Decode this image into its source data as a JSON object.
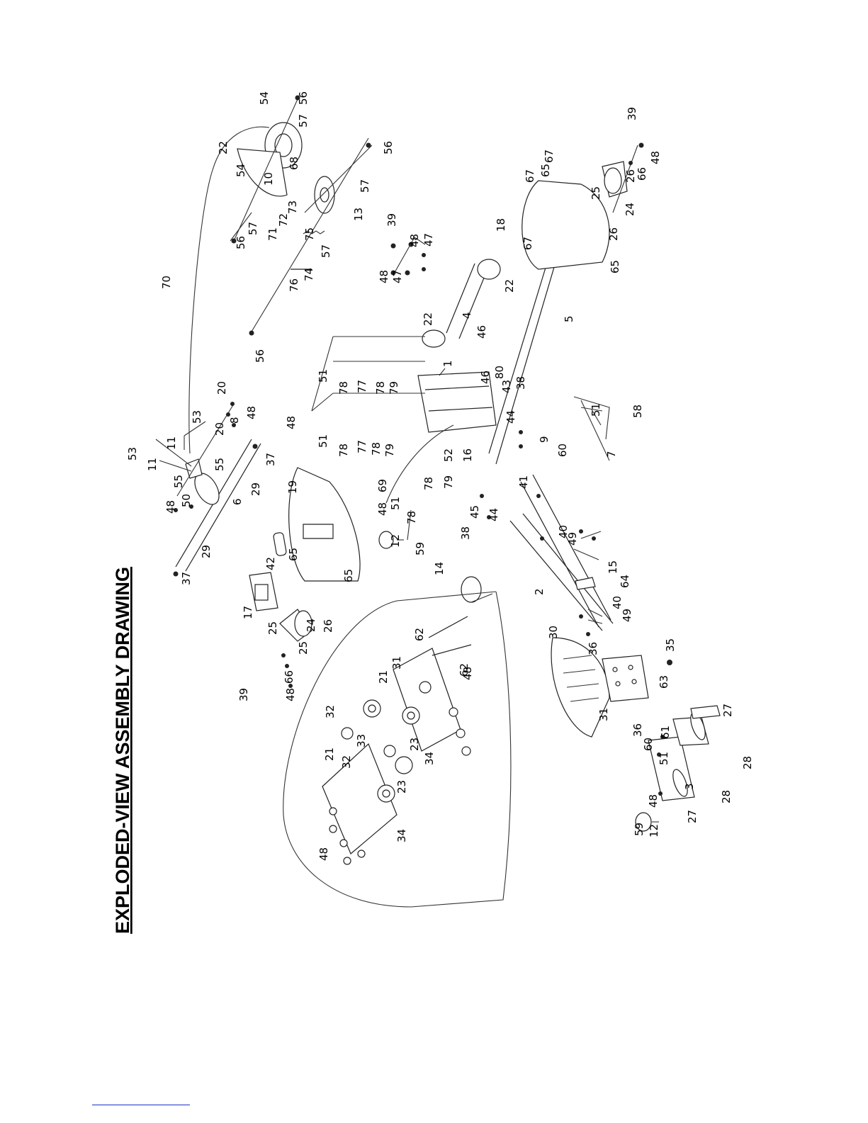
{
  "title": "EXPLODED-VIEW ASSEMBLY DRAWING",
  "callouts": {
    "c1": "1",
    "c2": "2",
    "c3": "3",
    "c4": "4",
    "c5": "5",
    "c6": "6",
    "c7": "7",
    "c8": "8",
    "c9": "9",
    "c10": "10",
    "c11": "11",
    "c12": "12",
    "c13": "13",
    "c14": "14",
    "c15": "15",
    "c16": "16",
    "c17": "17",
    "c18": "18",
    "c19": "19",
    "c20": "20",
    "c21": "21",
    "c22": "22",
    "c23": "23",
    "c24": "24",
    "c25": "25",
    "c26": "26",
    "c27": "27",
    "c28": "28",
    "c29": "29",
    "c30": "30",
    "c31": "31",
    "c32": "32",
    "c33": "33",
    "c34": "34",
    "c35": "35",
    "c36": "36",
    "c37": "37",
    "c38": "38",
    "c39": "39",
    "c40": "40",
    "c41": "41",
    "c42": "42",
    "c43": "43",
    "c44": "44",
    "c45": "45",
    "c46": "46",
    "c47": "47",
    "c48": "48",
    "c49": "49",
    "c50": "50",
    "c51": "51",
    "c52": "52",
    "c53": "53",
    "c54": "54",
    "c55": "55",
    "c56": "56",
    "c57": "57",
    "c58": "58",
    "c59": "59",
    "c60": "60",
    "c61": "61",
    "c62": "62",
    "c63": "63",
    "c64": "64",
    "c65": "65",
    "c66": "66",
    "c67": "67",
    "c68": "68",
    "c69": "69",
    "c70": "70",
    "c71": "71",
    "c72": "72",
    "c73": "73",
    "c74": "74",
    "c75": "75",
    "c76": "76",
    "c77": "77",
    "c78": "78",
    "c79": "79",
    "c80": "80"
  }
}
